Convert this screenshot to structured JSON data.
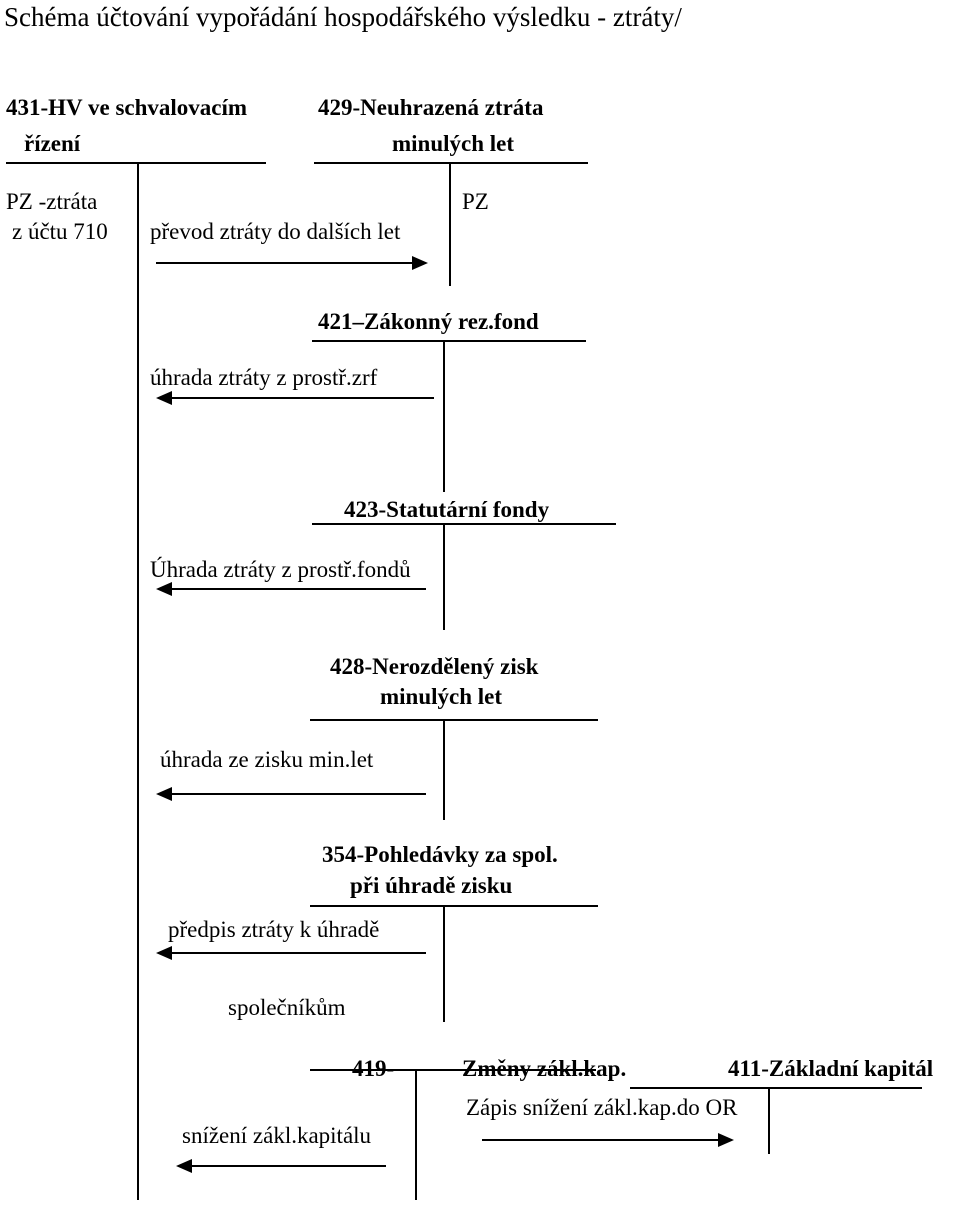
{
  "title": "Schéma účtování vypořádání hospodářského výsledku - ztráty/",
  "accounts": {
    "a431": {
      "line1": "431-HV ve schvalovacím",
      "line2": "řízení"
    },
    "a429": {
      "line1": "429-Neuhrazená ztráta",
      "line2": "minulých let"
    },
    "a421": {
      "label": "421–Zákonný rez.fond"
    },
    "a423": {
      "label": "423-Statutární fondy"
    },
    "a428": {
      "line1": "428-Nerozdělený zisk",
      "line2": "minulých let"
    },
    "a354": {
      "line1": "354-Pohledávky za spol.",
      "line2": "při úhradě zisku"
    },
    "a419": {
      "label": "419-",
      "label2": "Změny zákl.kap."
    },
    "a411": {
      "label": "411-Základní kapitál"
    }
  },
  "entries": {
    "pz_ztrata_1": "PZ -ztráta",
    "pz_ztrata_2": "z účtu 710",
    "pz": "PZ",
    "prevod": "převod ztráty do dalších let",
    "uhrada_zrf": "úhrada ztráty z prostř.zrf",
    "uhrada_fondu": "Úhrada ztráty z prostř.fondů",
    "uhrada_zisku": "úhrada ze zisku min.let",
    "predpis_1": "předpis ztráty k úhradě",
    "predpis_2": "společníkům",
    "snizeni": "snížení zákl.kapitálu",
    "zapis": "Zápis snížení zákl.kap.do OR"
  }
}
